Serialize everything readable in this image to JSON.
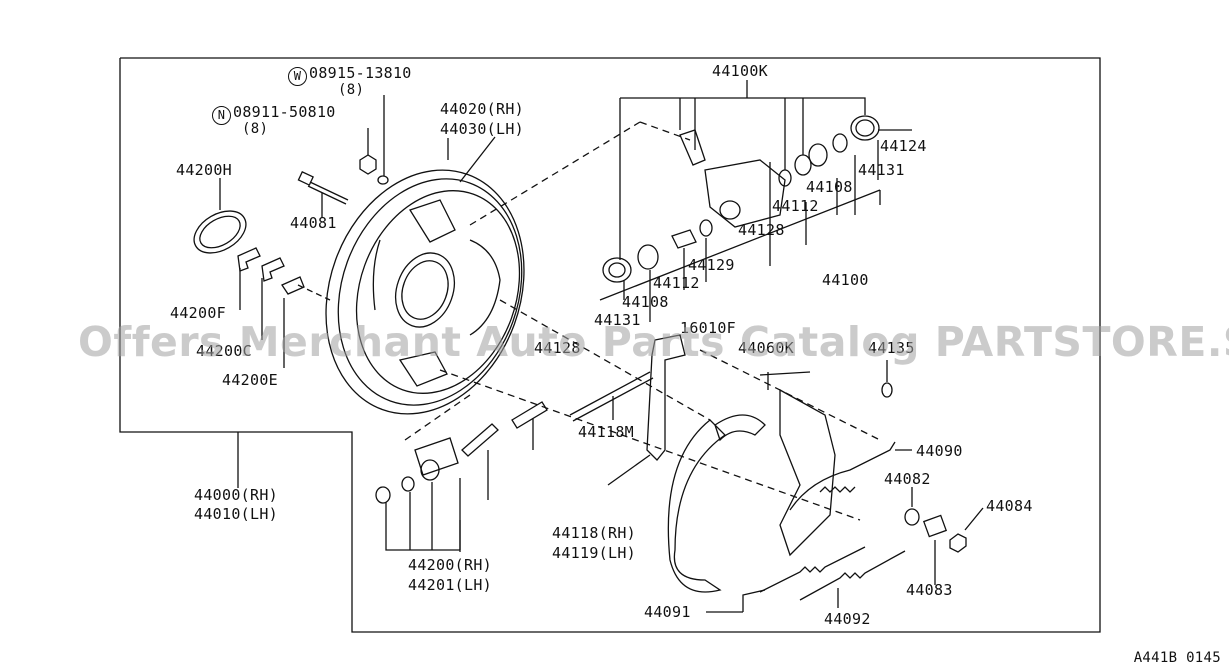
{
  "labels": {
    "w_part": "08915-13810",
    "w_qty": "(8)",
    "n_part": "08911-50810",
    "n_qty": "(8)",
    "plate_rh": "44020(RH)",
    "plate_lh": "44030(LH)",
    "p44200h": "44200H",
    "p44081": "44081",
    "p44200f": "44200F",
    "p44200c": "44200C",
    "p44200e": "44200E",
    "p44100k": "44100K",
    "p44124": "44124",
    "p44131_r": "44131",
    "p44108_r": "44108",
    "p44112_r": "44112",
    "p44128": "44128",
    "p44129": "44129",
    "p44112_l": "44112",
    "p44108_l": "44108",
    "p44131_l": "44131",
    "p44100": "44100",
    "p44135": "44135",
    "p16010f": "16010F",
    "p44060k": "44060K",
    "p44128b": "44128",
    "p44118m": "44118M",
    "p44090": "44090",
    "p44082": "44082",
    "p44084": "44084",
    "p44083": "44083",
    "p44000": "44000(RH)",
    "p44010": "44010(LH)",
    "p44200rh": "44200(RH)",
    "p44201lh": "44201(LH)",
    "p44118rh": "44118(RH)",
    "p44119lh": "44119(LH)",
    "p44091": "44091",
    "p44092": "44092"
  },
  "markers": {
    "w": "W",
    "n": "N"
  },
  "watermark": "Offers Merchant Auto Parts Catalog PARTSTORE.SA",
  "diagram_code": "A441B 0145"
}
